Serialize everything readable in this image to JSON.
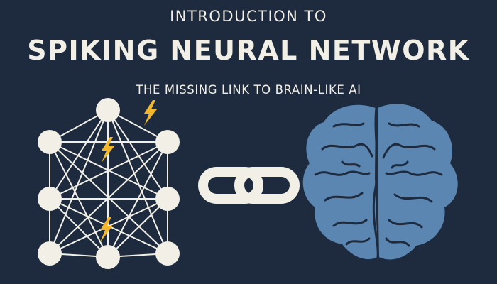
{
  "header": {
    "kicker": "INTRODUCTION TO",
    "title": "SPIKING NEURAL NETWORK",
    "tagline": "THE MISSING LINK TO BRAIN-LIKE AI"
  },
  "illustration": {
    "left_icon": "spiking-neural-network-icon",
    "middle_icon": "chain-link-icon",
    "right_icon": "brain-icon",
    "spike_icon": "lightning-bolt-icon"
  },
  "colors": {
    "background": "#1e2b3e",
    "text": "#f1efe6",
    "node": "#f1efe6",
    "spike": "#f3b52a",
    "brain_fill": "#5b86b1",
    "brain_lines": "#1e2b3e"
  }
}
